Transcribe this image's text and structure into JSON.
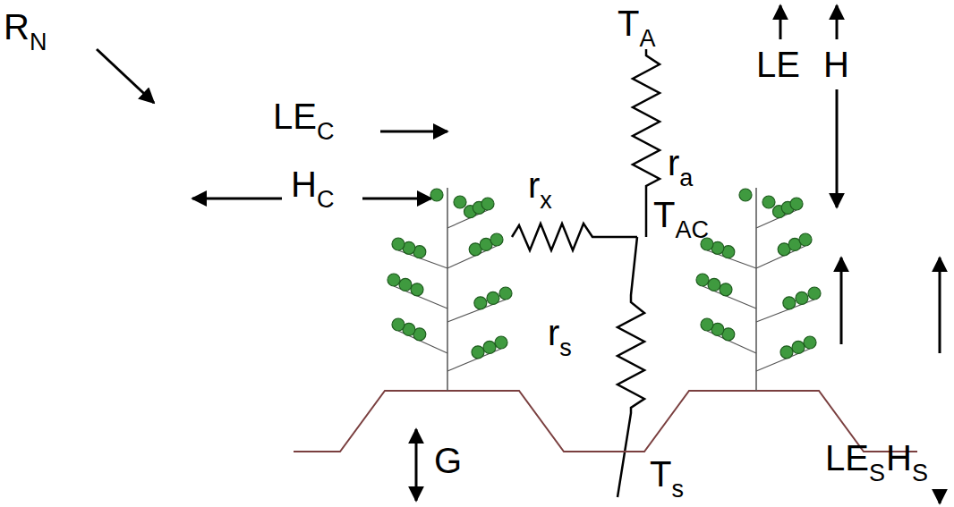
{
  "diagram": {
    "labels": [
      "RN",
      "LEC",
      "HC",
      "TA",
      "ra",
      "rx",
      "TAC",
      "LE",
      "H",
      "rs",
      "LES",
      "HS",
      "G",
      "Ts"
    ]
  }
}
